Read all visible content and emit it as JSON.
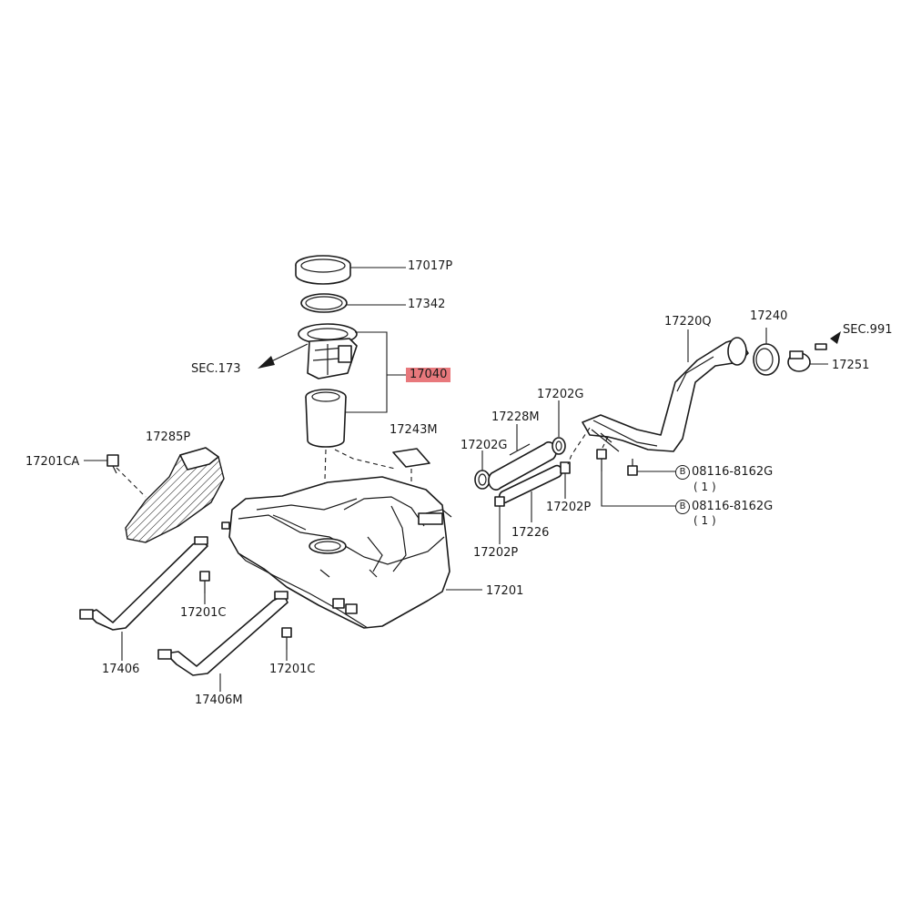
{
  "labels": {
    "p17017p": "17017P",
    "p17342": "17342",
    "p17040": "17040",
    "sec173": "SEC.173",
    "sec991": "SEC.991",
    "p17220q": "17220Q",
    "p17240": "17240",
    "p17251": "17251",
    "p17202g_top": "17202G",
    "p17228m": "17228M",
    "p17202g_left": "17202G",
    "p17243m": "17243M",
    "p17285p": "17285P",
    "p17201ca": "17201CA",
    "bolt1": "08116-8162G",
    "bolt1_qty": "( 1 )",
    "bolt2": "08116-8162G",
    "bolt2_qty": "( 1 )",
    "bolt_letter": "B",
    "p17202p_right": "17202P",
    "p17226": "17226",
    "p17202p_bottom": "17202P",
    "p17201": "17201",
    "p17201c_left": "17201C",
    "p17201c_right": "17201C",
    "p17406": "17406",
    "p17406m": "17406M"
  },
  "highlight_color": "#e8787c"
}
